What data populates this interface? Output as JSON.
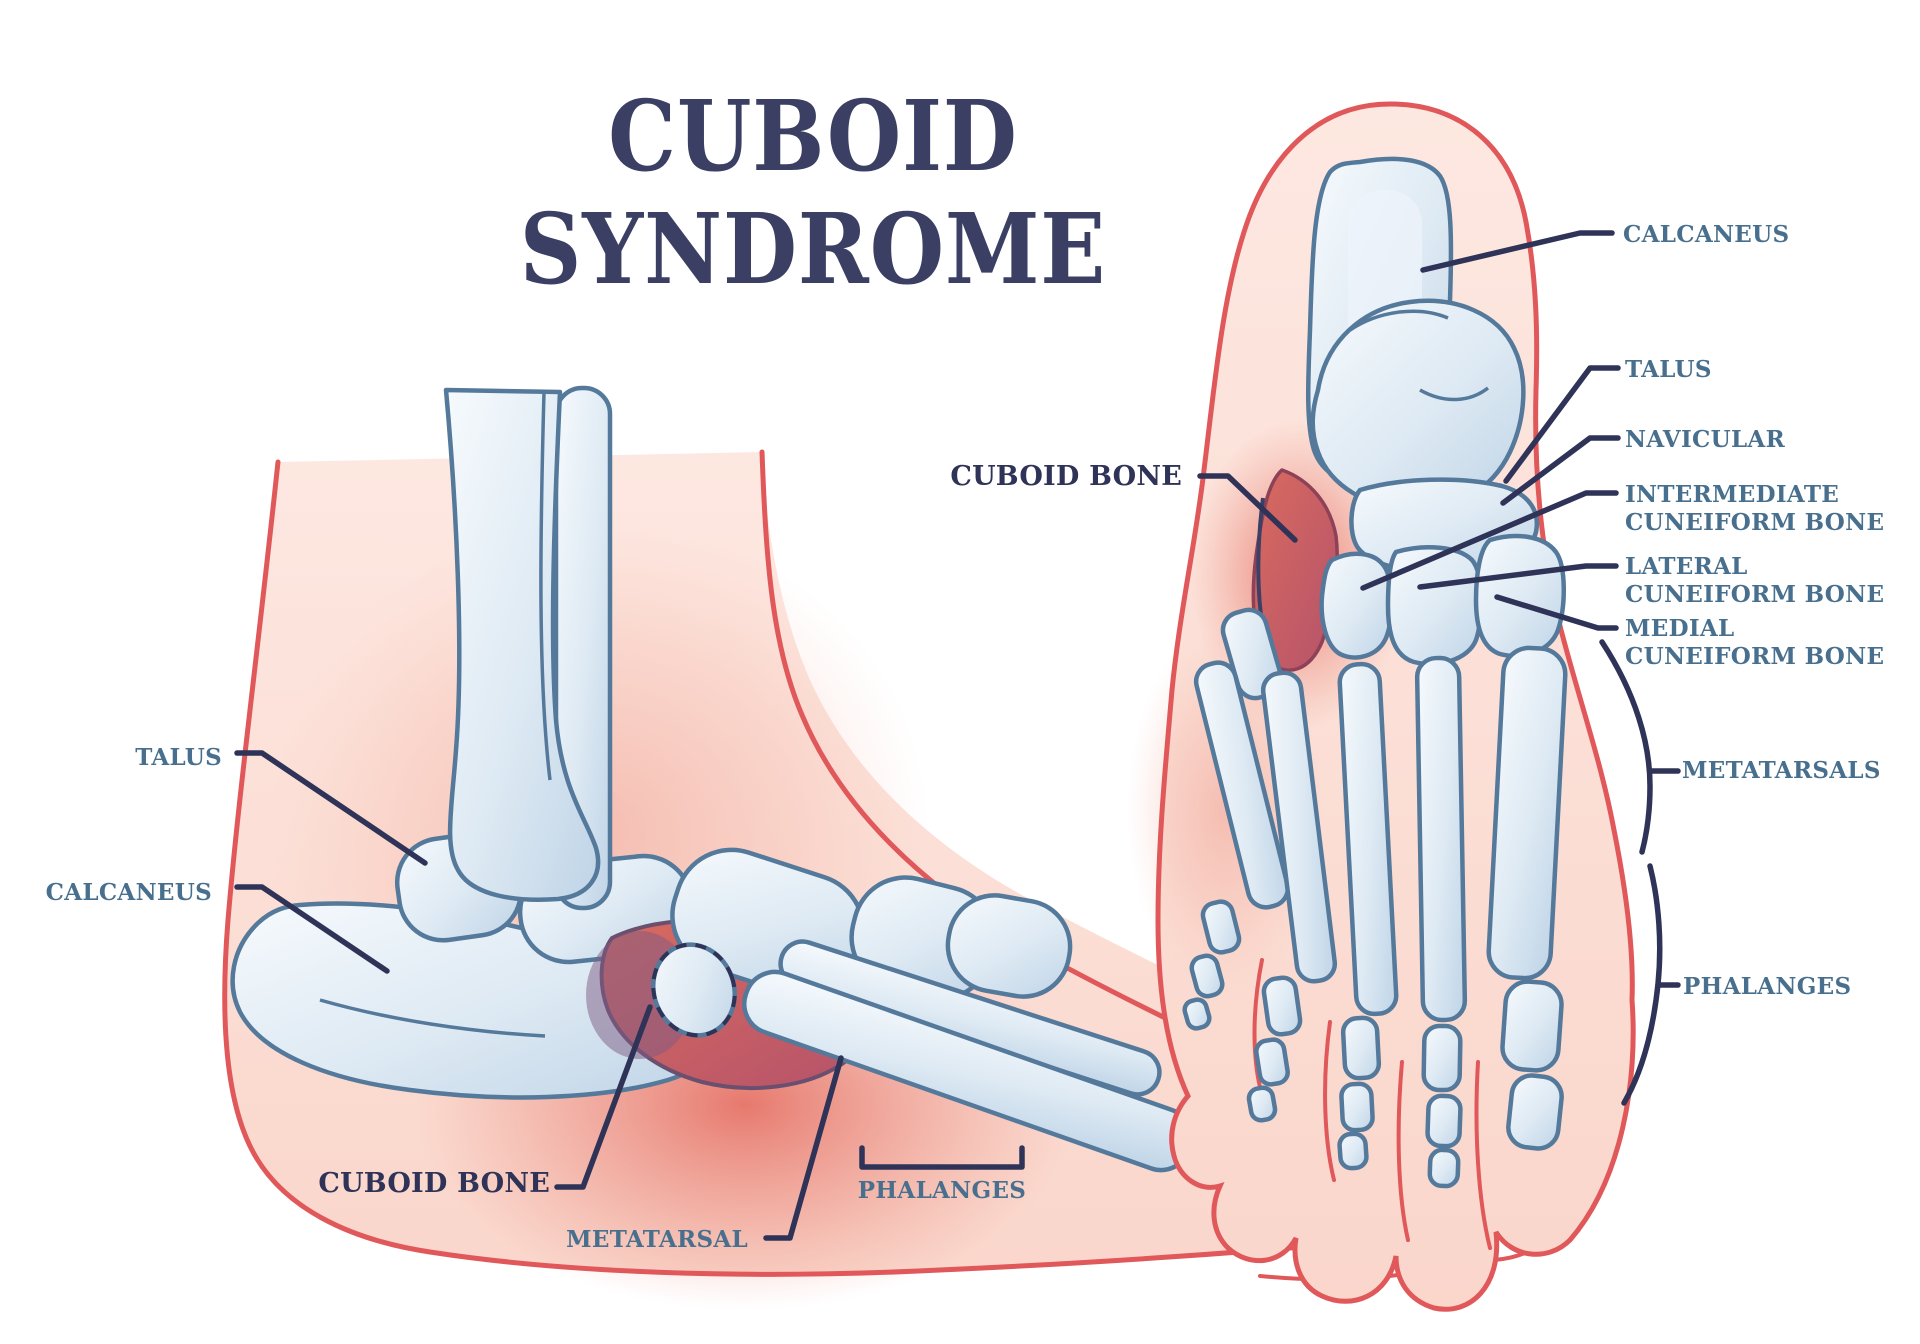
{
  "title": {
    "line1": "CUBOID",
    "line2": "SYNDROME"
  },
  "colors": {
    "title_navy": "#3a3f63",
    "label_blue": "#48708e",
    "label_navy": "#2e3357",
    "leader_line": "#2e3357",
    "skin_outline": "#e0585a",
    "skin_fill": "#fbdcd4",
    "bone_outline": "#54799b",
    "bone_fill": "#d9e6f2",
    "inflamed_red": "#d05a56"
  },
  "lateral_view": {
    "labels": {
      "talus": "TALUS",
      "calcaneus": "CALCANEUS",
      "cuboid_bone": "CUBOID BONE",
      "metatarsal": "METATARSAL",
      "phalanges": "PHALANGES"
    }
  },
  "dorsal_view": {
    "labels": {
      "cuboid_bone": "CUBOID BONE",
      "calcaneus": "CALCANEUS",
      "talus": "TALUS",
      "navicular": "NAVICULAR",
      "intermediate_line1": "INTERMEDIATE",
      "intermediate_line2": "CUNEIFORM BONE",
      "lateral_line1": "LATERAL",
      "lateral_line2": "CUNEIFORM BONE",
      "medial_line1": "MEDIAL",
      "medial_line2": "CUNEIFORM BONE",
      "metatarsals": "METATARSALS",
      "phalanges": "PHALANGES"
    }
  }
}
